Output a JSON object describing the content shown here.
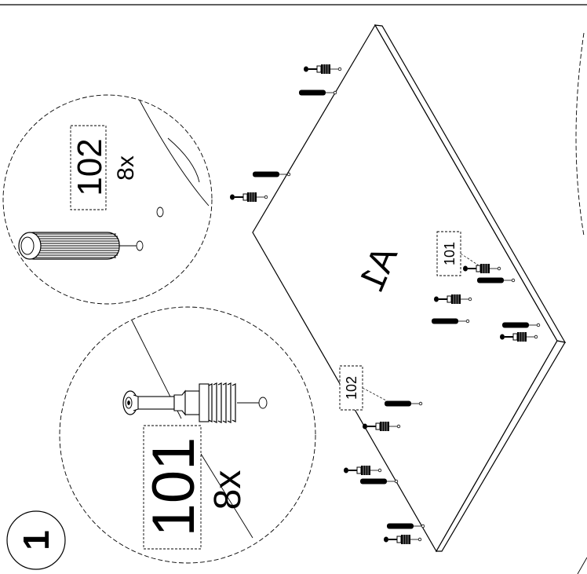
{
  "step": {
    "number": "1"
  },
  "callouts": {
    "dowel": {
      "part": "102",
      "qty": "8x"
    },
    "cam_bolt": {
      "part": "101",
      "qty": "8x"
    }
  },
  "panel": {
    "label": "A1"
  },
  "board_labels": {
    "dowel": "102",
    "cam_bolt": "101"
  },
  "colors": {
    "ink": "#000000",
    "paper": "#ffffff"
  }
}
